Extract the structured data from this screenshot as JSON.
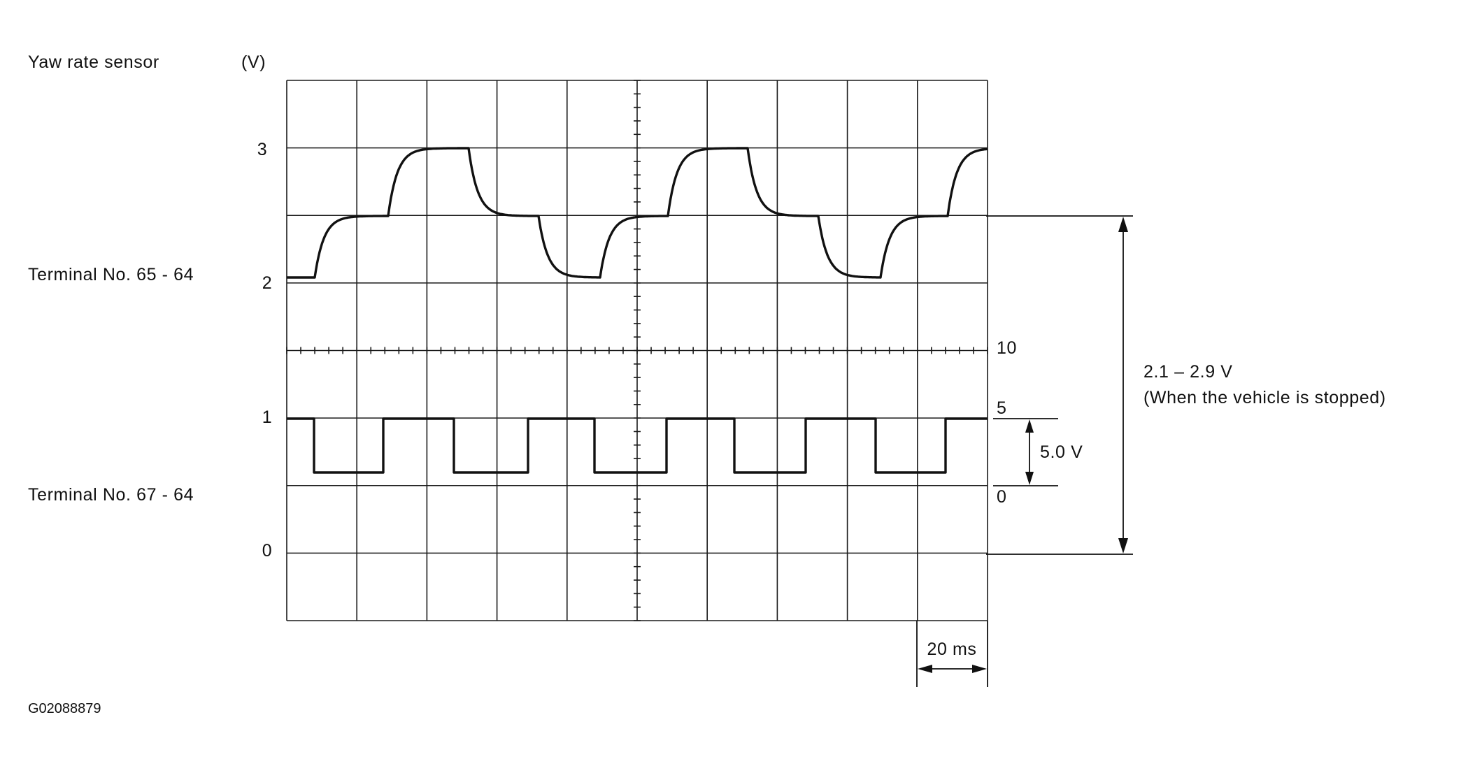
{
  "title": "Yaw rate sensor",
  "unit_label": "(V)",
  "left_axis": {
    "ticks": [
      "3",
      "2",
      "1",
      "0"
    ]
  },
  "right_axis": {
    "ticks": [
      "10",
      "5",
      "0"
    ]
  },
  "channels": [
    {
      "label": "Terminal No. 65 - 64"
    },
    {
      "label": "Terminal No. 67 - 64"
    }
  ],
  "annotations": {
    "range_value": "2.1 – 2.9 V",
    "range_note": "(When the vehicle is stopped)",
    "square_amplitude": "5.0 V",
    "time_division": "20 ms"
  },
  "figure_id": "G02088879"
}
